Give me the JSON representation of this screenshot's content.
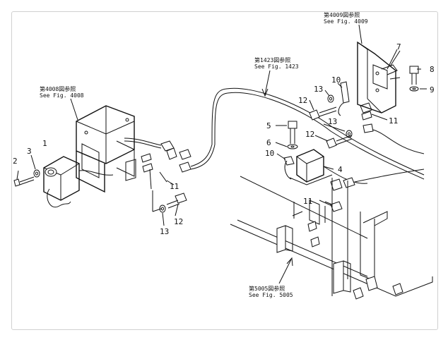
{
  "references": [
    {
      "id": "fig4009",
      "jp": "第4009図参照",
      "en": "See Fig. 4009"
    },
    {
      "id": "fig1423",
      "jp": "第1423図参照",
      "en": "See Fig. 1423"
    },
    {
      "id": "fig4008",
      "jp": "第4008図参照",
      "en": "See Fig. 4008"
    },
    {
      "id": "fig5005",
      "jp": "第5005図参照",
      "en": "See Fig. 5005"
    }
  ],
  "part_numbers": {
    "p1": "1",
    "p2": "2",
    "p3": "3",
    "p4": "4",
    "p5": "5",
    "p6": "6",
    "p7": "7",
    "p8": "8",
    "p9": "9",
    "p10a": "10",
    "p10b": "10",
    "p11a": "11",
    "p11b": "11",
    "p11c": "11",
    "p12a": "12",
    "p12b": "12",
    "p12c": "12",
    "p13a": "13",
    "p13b": "13",
    "p13c": "13"
  }
}
